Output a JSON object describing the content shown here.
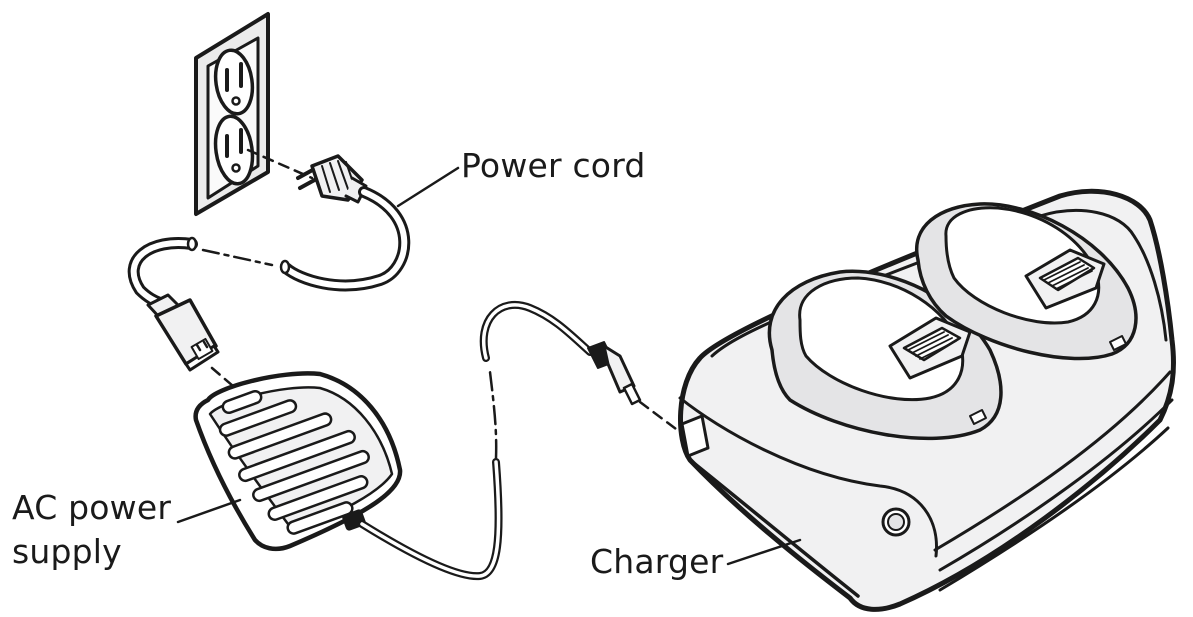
{
  "labels": {
    "power_cord": "Power cord",
    "ac_power_supply": "AC power\nsupply",
    "charger": "Charger"
  },
  "colors": {
    "stroke": "#1a1a1a",
    "fill_light": "#f1f1f2",
    "fill_mid": "#e4e4e6",
    "wall": "#ebebeb",
    "background": "#ffffff"
  }
}
